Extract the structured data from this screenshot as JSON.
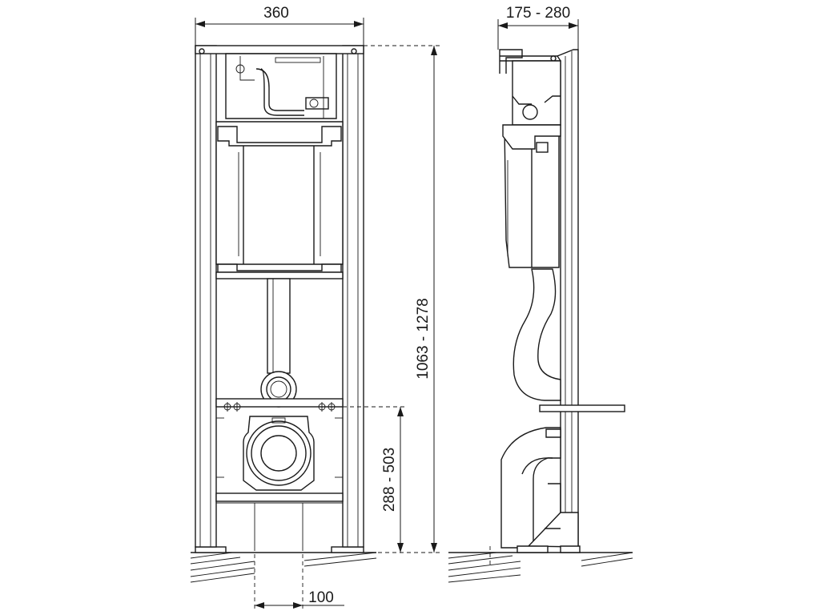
{
  "dimensions": {
    "frame_width": "360",
    "depth_range": "175 - 280",
    "frame_height_range": "1063 - 1278",
    "outlet_height_range": "288 - 503",
    "outlet_offset": "100"
  },
  "colors": {
    "line": "#1a1a1a",
    "background": "#ffffff"
  }
}
